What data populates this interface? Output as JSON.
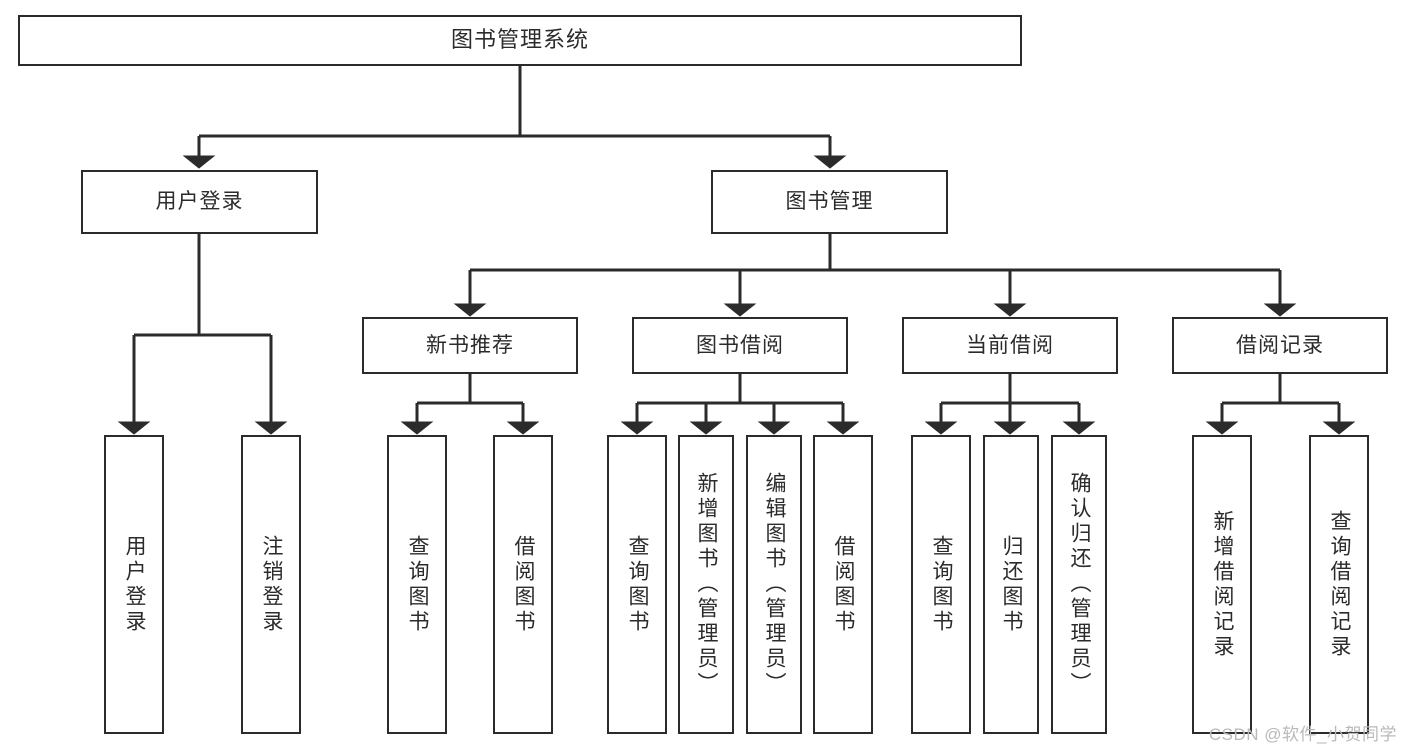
{
  "diagram": {
    "type": "tree",
    "title": "图书管理系统",
    "root": {
      "id": "root",
      "label": "图书管理系统"
    },
    "level2": [
      {
        "id": "user-login",
        "label": "用户登录"
      },
      {
        "id": "book-manage",
        "label": "图书管理"
      }
    ],
    "level3": [
      {
        "id": "new-book-rec",
        "label": "新书推荐",
        "parent": "book-manage"
      },
      {
        "id": "book-borrow",
        "label": "图书借阅",
        "parent": "book-manage"
      },
      {
        "id": "current-borrow",
        "label": "当前借阅",
        "parent": "book-manage"
      },
      {
        "id": "borrow-record",
        "label": "借阅记录",
        "parent": "book-manage"
      }
    ],
    "leaves": [
      {
        "id": "leaf-user-login",
        "label": "用户登录",
        "parent": "user-login"
      },
      {
        "id": "leaf-logout",
        "label": "注销登录",
        "parent": "user-login"
      },
      {
        "id": "leaf-query-book-1",
        "label": "查询图书",
        "parent": "new-book-rec"
      },
      {
        "id": "leaf-borrow-book-1",
        "label": "借阅图书",
        "parent": "new-book-rec"
      },
      {
        "id": "leaf-query-book-2",
        "label": "查询图书",
        "parent": "book-borrow"
      },
      {
        "id": "leaf-add-book",
        "label": "新增图书（管理员）",
        "parent": "book-borrow"
      },
      {
        "id": "leaf-edit-book",
        "label": "编辑图书（管理员）",
        "parent": "book-borrow"
      },
      {
        "id": "leaf-borrow-book-2",
        "label": "借阅图书",
        "parent": "book-borrow"
      },
      {
        "id": "leaf-query-book-3",
        "label": "查询图书",
        "parent": "current-borrow"
      },
      {
        "id": "leaf-return-book",
        "label": "归还图书",
        "parent": "current-borrow"
      },
      {
        "id": "leaf-confirm-return",
        "label": "确认归还（管理员）",
        "parent": "current-borrow"
      },
      {
        "id": "leaf-add-record",
        "label": "新增借阅记录",
        "parent": "borrow-record"
      },
      {
        "id": "leaf-query-record",
        "label": "查询借阅记录",
        "parent": "borrow-record"
      }
    ],
    "colors": {
      "stroke": "#2b2b2b",
      "fill": "#ffffff",
      "text": "#2b2b2b",
      "watermark": "#b9b9b9"
    }
  },
  "watermark": {
    "text": "CSDN @软件_小贺同学"
  }
}
